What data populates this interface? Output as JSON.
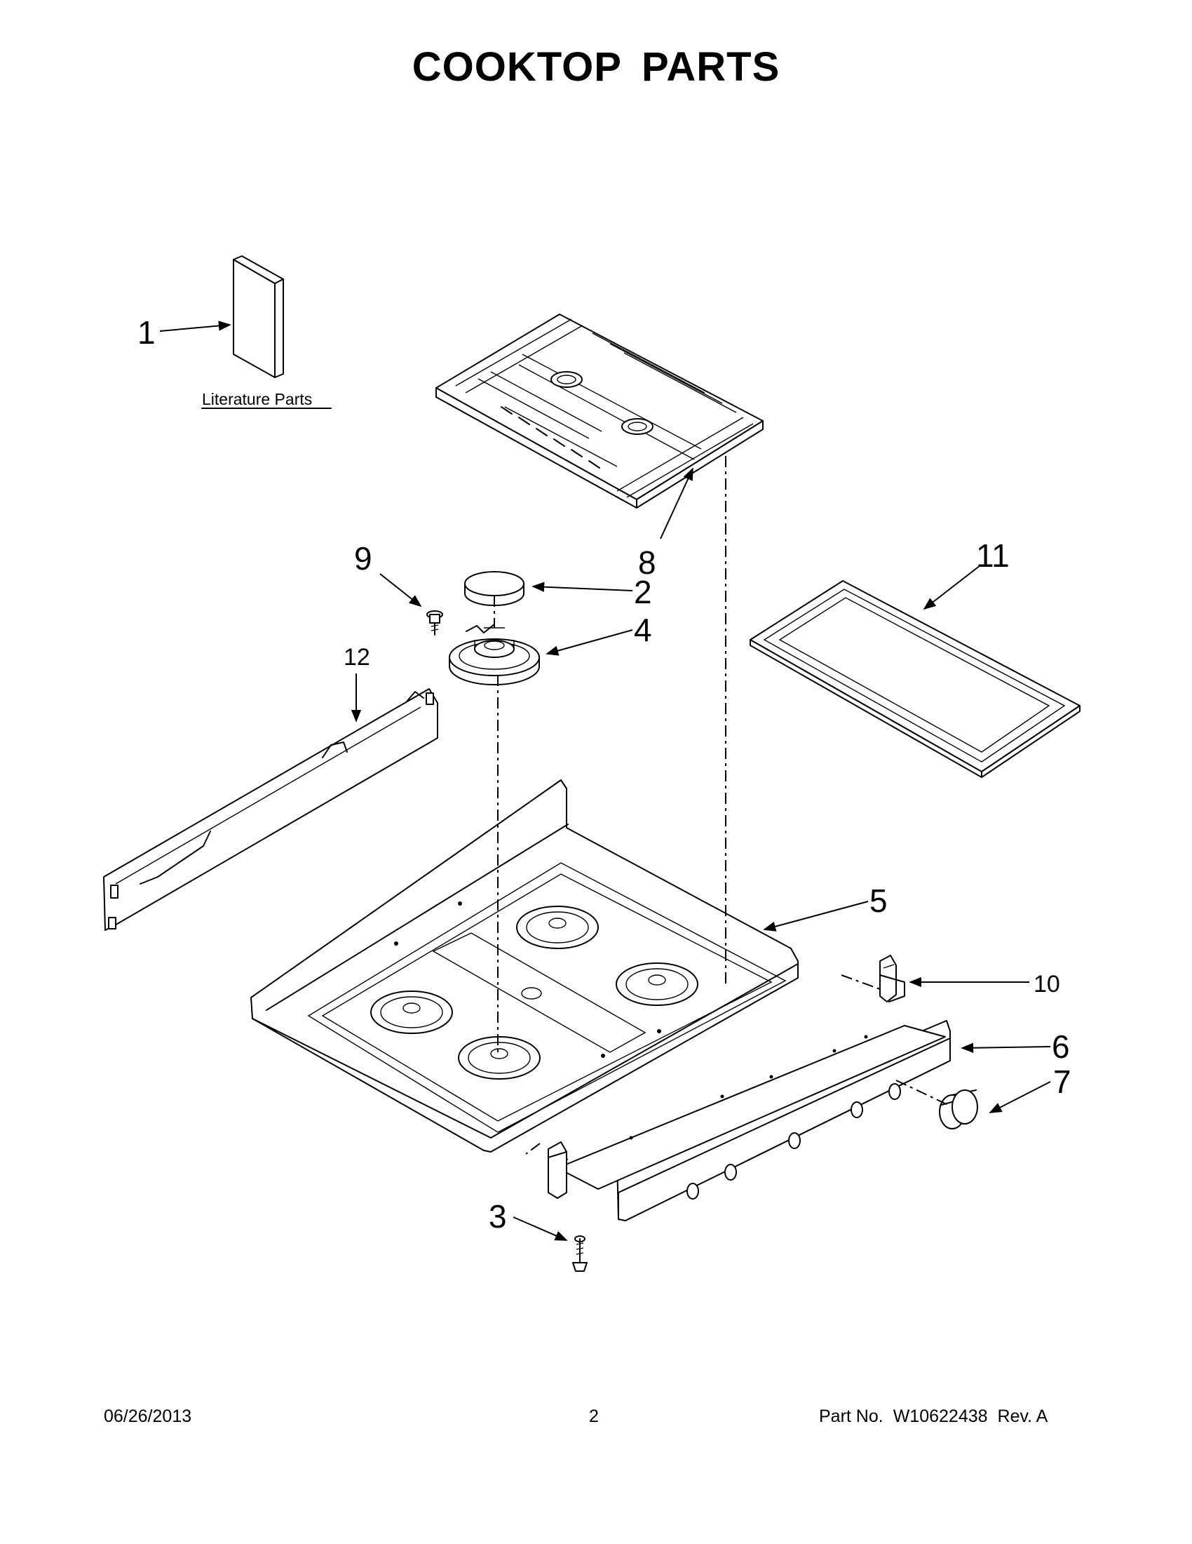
{
  "header": {
    "title": "COOKTOP PARTS"
  },
  "literature": {
    "label": "Literature Parts"
  },
  "callouts": [
    {
      "id": "c1",
      "label": "1"
    },
    {
      "id": "c2",
      "label": "2"
    },
    {
      "id": "c3",
      "label": "3"
    },
    {
      "id": "c4",
      "label": "4"
    },
    {
      "id": "c5",
      "label": "5"
    },
    {
      "id": "c6",
      "label": "6"
    },
    {
      "id": "c7",
      "label": "7"
    },
    {
      "id": "c8",
      "label": "8"
    },
    {
      "id": "c9",
      "label": "9"
    },
    {
      "id": "c10",
      "label": "10"
    },
    {
      "id": "c11",
      "label": "11"
    },
    {
      "id": "c12",
      "label": "12"
    }
  ],
  "footer": {
    "date": "06/26/2013",
    "page": "2",
    "part_prefix": "Part No.",
    "part_number": "W10622438",
    "rev": "Rev.  A"
  }
}
